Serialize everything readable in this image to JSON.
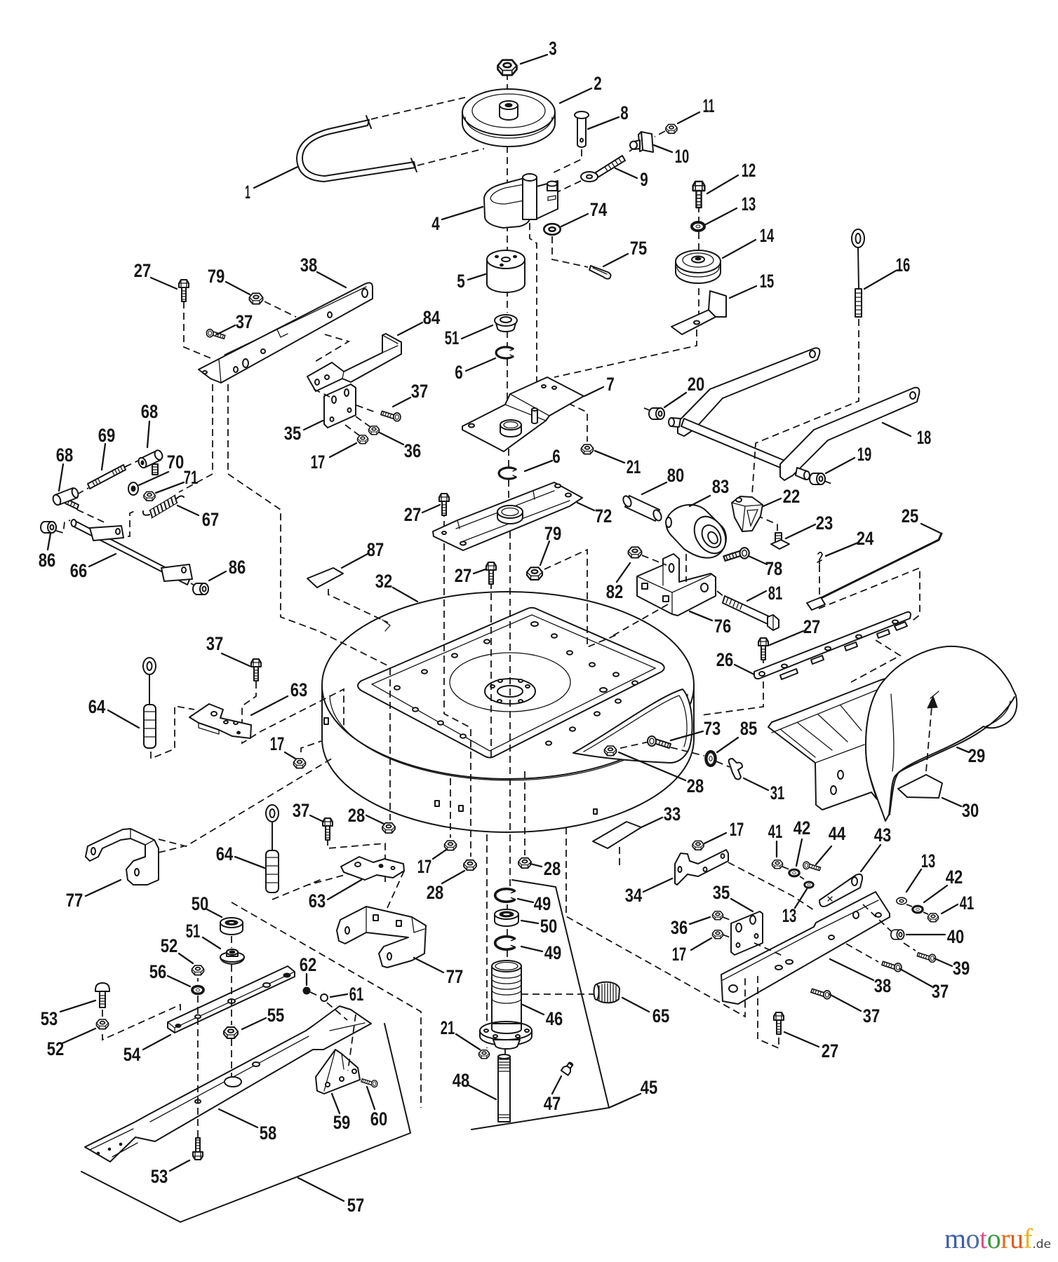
{
  "callouts": [
    "3",
    "2",
    "8",
    "11",
    "10",
    "9",
    "1",
    "12",
    "13",
    "4",
    "74",
    "14",
    "75",
    "16",
    "38",
    "27",
    "79",
    "5",
    "15",
    "84",
    "37",
    "51",
    "6",
    "7",
    "20",
    "37",
    "68",
    "18",
    "69",
    "35",
    "36",
    "17",
    "68",
    "6",
    "19",
    "70",
    "21",
    "80",
    "71",
    "83",
    "22",
    "27",
    "72",
    "25",
    "67",
    "23",
    "79",
    "24",
    "87",
    "86",
    "86",
    "78",
    "66",
    "27",
    "32",
    "82",
    "81",
    "76",
    "27",
    "37",
    "26",
    "63",
    "64",
    "73",
    "85",
    "17",
    "29",
    "28",
    "31",
    "30",
    "37",
    "33",
    "28",
    "17",
    "41",
    "42",
    "44",
    "43",
    "64",
    "13",
    "17",
    "28",
    "42",
    "28",
    "34",
    "35",
    "77",
    "63",
    "50",
    "49",
    "41",
    "13",
    "50",
    "36",
    "51",
    "40",
    "52",
    "49",
    "17",
    "62",
    "39",
    "56",
    "77",
    "38",
    "37",
    "61",
    "46",
    "65",
    "53",
    "37",
    "55",
    "21",
    "52",
    "27",
    "54",
    "48",
    "45",
    "47",
    "60",
    "59",
    "58",
    "53",
    "57"
  ],
  "watermark": {
    "letters": [
      {
        "char": "m",
        "color": "#3e5ca8"
      },
      {
        "char": "o",
        "color": "#4d6aa6"
      },
      {
        "char": "t",
        "color": "#e0508c"
      },
      {
        "char": "o",
        "color": "#3a9a3e"
      },
      {
        "char": "r",
        "color": "#e2701e"
      },
      {
        "char": "u",
        "color": "#e05a1e"
      },
      {
        "char": "f",
        "color": "#f0b21a"
      }
    ],
    "suffix": ".de",
    "suffix_color": "#444444"
  }
}
